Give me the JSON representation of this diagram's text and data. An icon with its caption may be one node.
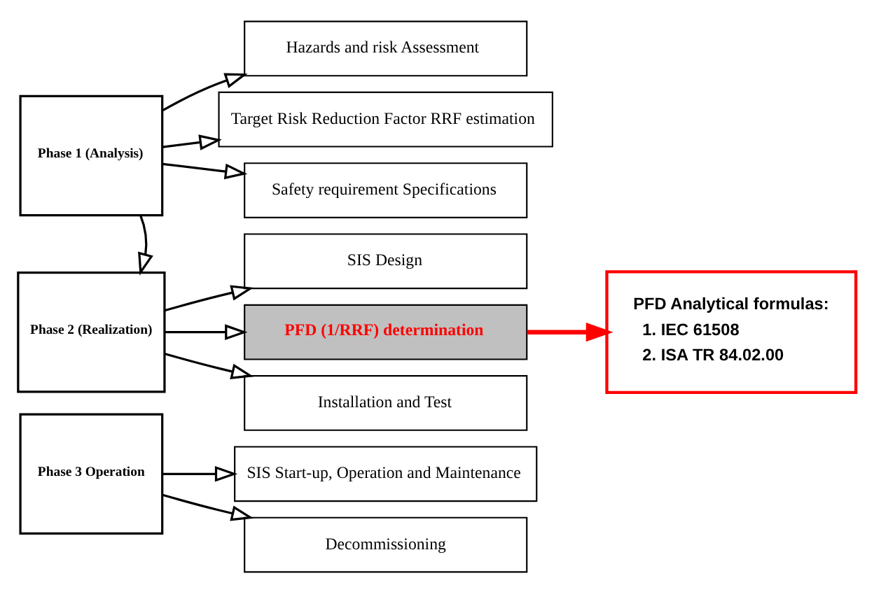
{
  "diagram": {
    "nodes": [
      {
        "text": [
          "Phase 1 (Analysis)"
        ]
      },
      {
        "text": [
          "Hazards and risk Assessment"
        ]
      },
      {
        "text": [
          "Target Risk Reduction Factor RRF estimation"
        ]
      },
      {
        "text": [
          "Safety requirement Specifications"
        ]
      },
      {
        "text": [
          "Phase 2 (Realization)"
        ]
      },
      {
        "text": [
          "SIS Design"
        ]
      },
      {
        "text": [
          "PFD (1/RRF) determination"
        ]
      },
      {
        "text": [
          "Installation and Test"
        ]
      },
      {
        "text": [
          "PFD Analytical formulas:",
          "1. IEC 61508",
          "2. ISA TR 84.02.00"
        ]
      },
      {
        "text": [
          "Phase 3 Operation"
        ]
      },
      {
        "text": [
          "SIS Start-up, Operation and Maintenance"
        ]
      },
      {
        "text": [
          "Decommissioning"
        ]
      }
    ],
    "edges": [
      {
        "from": 0,
        "to": 1,
        "arrow": "to"
      },
      {
        "from": 0,
        "to": 2,
        "arrow": "to"
      },
      {
        "from": 0,
        "to": 3,
        "arrow": "to"
      },
      {
        "from": 0,
        "to": 4,
        "arrow": "to"
      },
      {
        "from": 4,
        "to": 5,
        "arrow": "to"
      },
      {
        "from": 4,
        "to": 6,
        "arrow": "to"
      },
      {
        "from": 4,
        "to": 7,
        "arrow": "to"
      },
      {
        "from": 6,
        "to": 8,
        "arrow": "to",
        "style": "thick",
        "color": "#ff0000"
      },
      {
        "from": 9,
        "to": 10,
        "arrow": "to"
      },
      {
        "from": 9,
        "to": 11,
        "arrow": "to"
      }
    ]
  }
}
